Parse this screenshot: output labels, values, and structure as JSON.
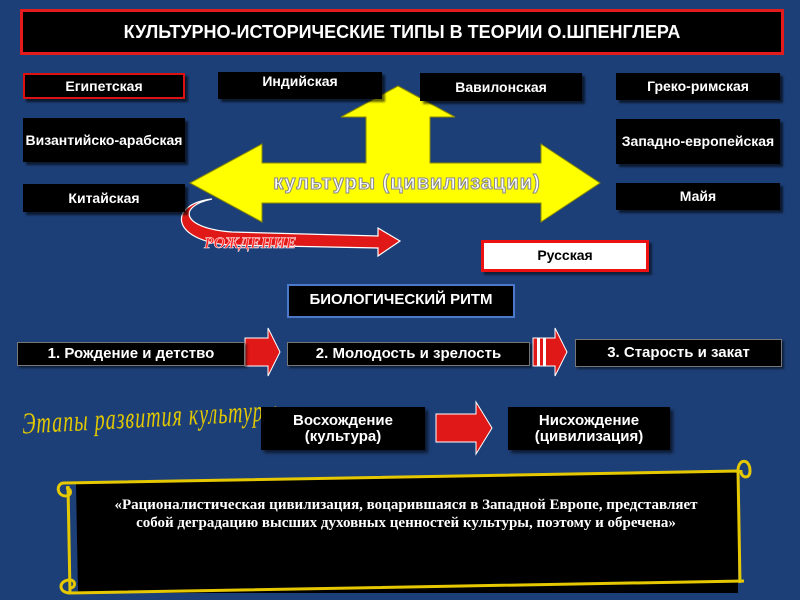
{
  "title": "КУЛЬТУРНО-ИСТОРИЧЕСКИЕ ТИПЫ В ТЕОРИИ О.ШПЕНГЛЕРА",
  "cultures": {
    "egyptian": "Египетская",
    "indian": "Индийская",
    "babylonian": "Вавилонская",
    "greco_roman": "Греко-римская",
    "byzantine": "Византийско-арабская",
    "western": "Западно-европейская",
    "chinese": "Китайская",
    "maya": "Майя",
    "russian": "Русская"
  },
  "arrow_label": "культуры (цивилизации)",
  "birth_label": "РОЖДЕНИЕ",
  "bio_rhythm": "БИОЛОГИЧЕСКИЙ РИТМ",
  "stages": [
    "1. Рождение и детство",
    "2. Молодость и зрелость",
    "3. Старость и закат"
  ],
  "etapy": "Этапы развития культуры",
  "ascent": "Восхождение (культура)",
  "descent": "Нисхождение (цивилизация)",
  "quote": "«Рационалистическая цивилизация, воцарившаяся в Западной Европе, представляет собой деградацию высших духовных ценностей культуры, поэтому и обречена»",
  "colors": {
    "background": "#1d3f77",
    "arrow": "#ffff00",
    "accent": "#e31b1b",
    "scroll": "#e6c800"
  }
}
